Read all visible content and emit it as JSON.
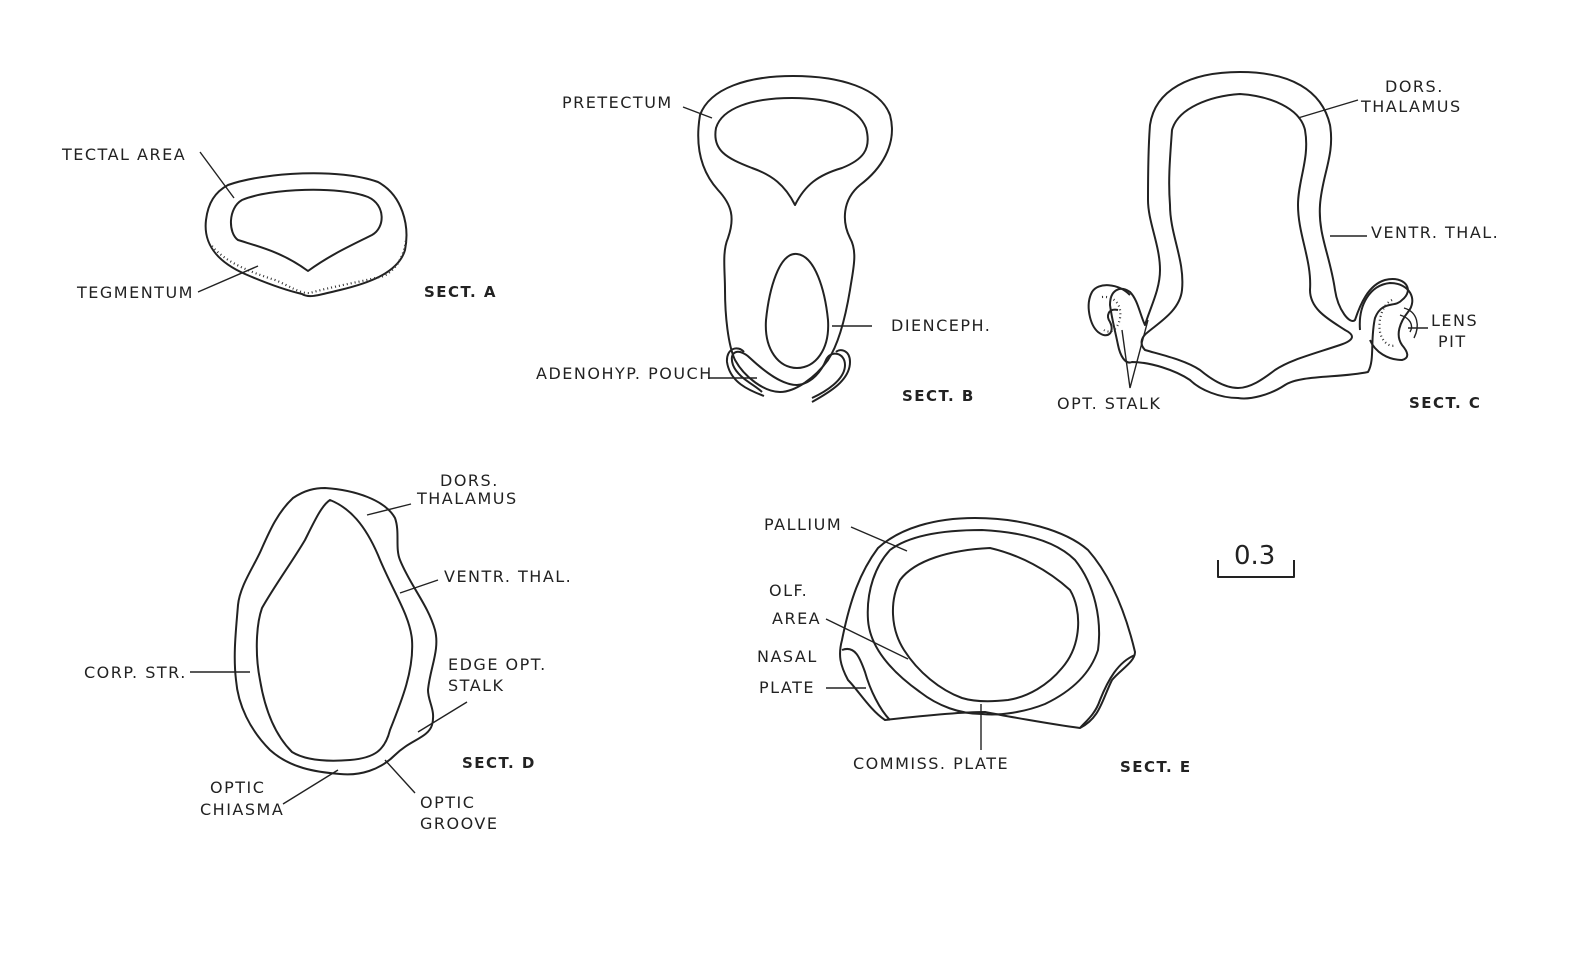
{
  "sections": {
    "a": {
      "caption": "SECT. A",
      "labels": {
        "tectal_area": "TECTAL AREA",
        "tegmentum": "TEGMENTUM"
      }
    },
    "b": {
      "caption": "SECT. B",
      "labels": {
        "pretectum": "PRETECTUM",
        "dienceph": "DIENCEPH.",
        "adenohyp_pouch": "ADENOHYP. POUCH"
      }
    },
    "c": {
      "caption": "SECT. C",
      "labels": {
        "dors_line1": "DORS.",
        "dors_line2": "THALAMUS",
        "ventr_thal": "VENTR. THAL.",
        "lens_line1": "LENS",
        "lens_line2": "PIT",
        "opt_stalk": "OPT. STALK"
      }
    },
    "d": {
      "caption": "SECT. D",
      "labels": {
        "dors_line1": "DORS.",
        "dors_line2": "THALAMUS",
        "ventr_thal": "VENTR. THAL.",
        "corp_str": "CORP. STR.",
        "edge_line1": "EDGE OPT.",
        "edge_line2": "STALK",
        "chiasma_line1": "OPTIC",
        "chiasma_line2": "CHIASMA",
        "groove_line1": "OPTIC",
        "groove_line2": "GROOVE"
      }
    },
    "e": {
      "caption": "SECT. E",
      "labels": {
        "pallium": "PALLIUM",
        "olf_line1": "OLF.",
        "olf_line2": "AREA",
        "nasal_line1": "NASAL",
        "nasal_line2": "PLATE",
        "commiss_plate": "COMMISS. PLATE"
      }
    }
  },
  "scale_bar": {
    "label": "0.3"
  }
}
